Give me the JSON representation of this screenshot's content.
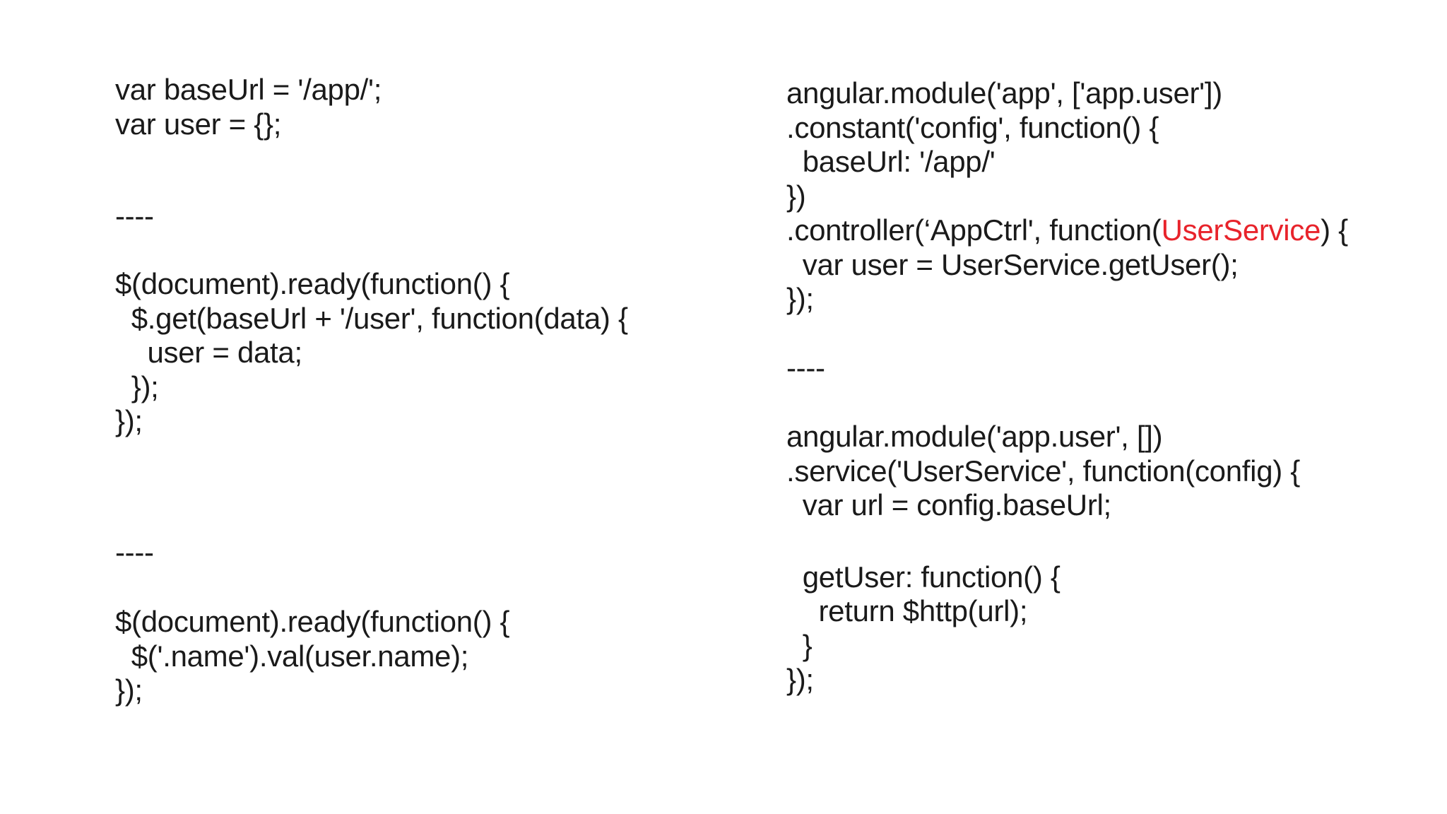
{
  "page": {
    "background": "#ffffff",
    "text_color": "#1a1a1a",
    "highlight_color": "#e8232b"
  },
  "left_column": {
    "block1": [
      "var baseUrl = '/app/';",
      "var user = {};"
    ],
    "divider1": "----",
    "block2": [
      "$(document).ready(function() {",
      "  $.get(baseUrl + '/user', function(data) {",
      "    user = data;",
      "  });",
      "});"
    ],
    "divider2": "----",
    "block3": [
      "$(document).ready(function() {",
      "  $('.name').val(user.name);",
      "});"
    ]
  },
  "right_column": {
    "block1_top": [
      "angular.module('app', ['app.user'])",
      ".constant('config', function() {",
      "  baseUrl: '/app/'",
      "})"
    ],
    "controller_line": {
      "prefix": ".controller(‘AppCtrl', function(",
      "highlight": "UserService",
      "suffix": ") {"
    },
    "block1_bottom": [
      "  var user = UserService.getUser();",
      "});"
    ],
    "divider1": "----",
    "block2": [
      "angular.module('app.user', [])",
      ".service('UserService', function(config) {",
      "  var url = config.baseUrl;",
      "",
      "  getUser: function() {",
      "    return $http(url);",
      "  }",
      "});"
    ]
  }
}
